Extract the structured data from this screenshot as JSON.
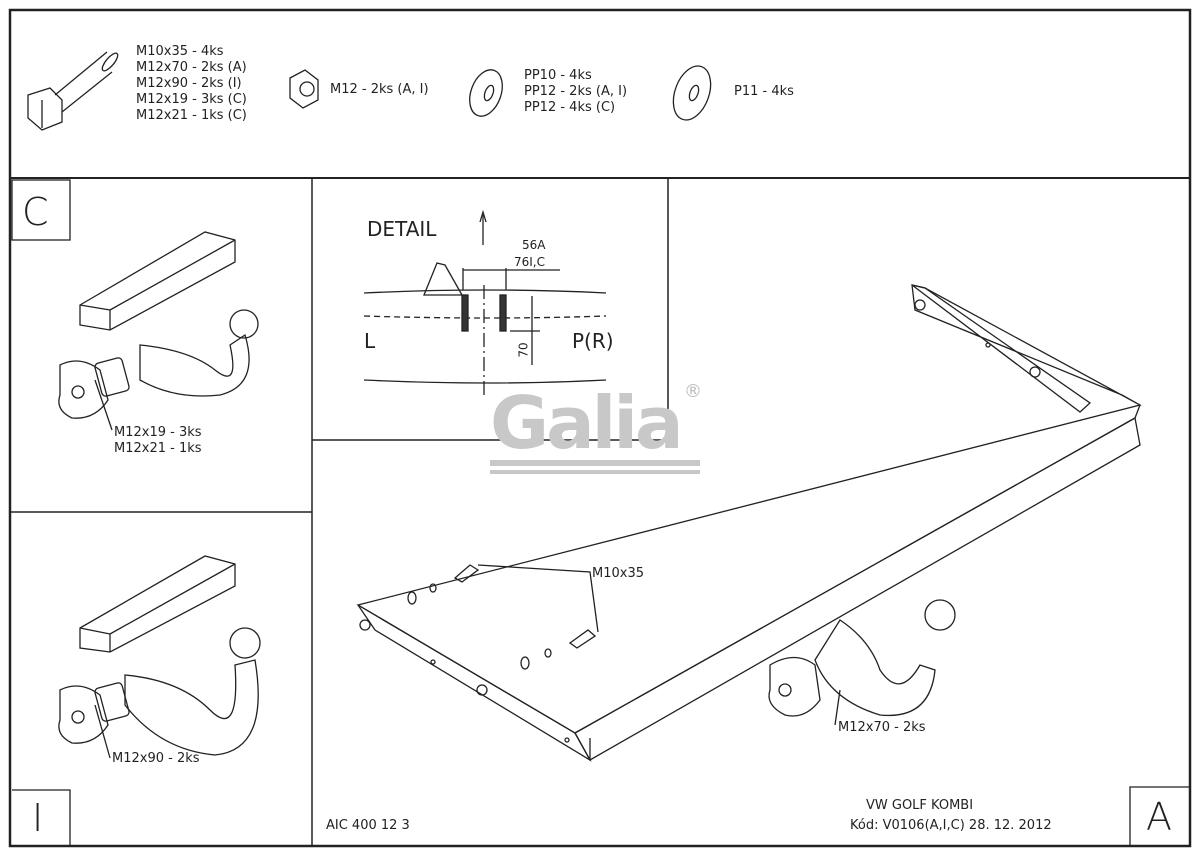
{
  "parts": {
    "bolts": [
      "M10x35 - 4ks",
      "M12x70 - 2ks (A)",
      "M12x90 - 2ks (I)",
      "M12x19 - 3ks (C)",
      "M12x21 - 1ks (C)"
    ],
    "nut": "M12 - 2ks (A, I)",
    "washers_small": [
      "PP10 - 4ks",
      "PP12 - 2ks (A, I)",
      "PP12 - 4ks (C)"
    ],
    "washer_large": "P11 - 4ks"
  },
  "variant_c": {
    "letter": "C",
    "labels": [
      "M12x19 - 3ks",
      "M12x21 - 1ks"
    ]
  },
  "variant_i": {
    "letter": "I",
    "label": "M12x90 - 2ks"
  },
  "variant_a": {
    "letter": "A",
    "bolt_label": "M10x35",
    "ball_label": "M12x70 - 2ks"
  },
  "detail": {
    "title": "DETAIL",
    "dim_top": "56A",
    "dim_bottom": "76I,C",
    "dim_vertical": "70",
    "left": "L",
    "right": "P(R)"
  },
  "watermark": {
    "brand": "Galia",
    "mark": "®"
  },
  "footer": {
    "code": "AIC 400 12 3",
    "vehicle": "VW GOLF KOMBI",
    "kod": "Kód: V0106(A,I,C)  28. 12. 2012"
  }
}
